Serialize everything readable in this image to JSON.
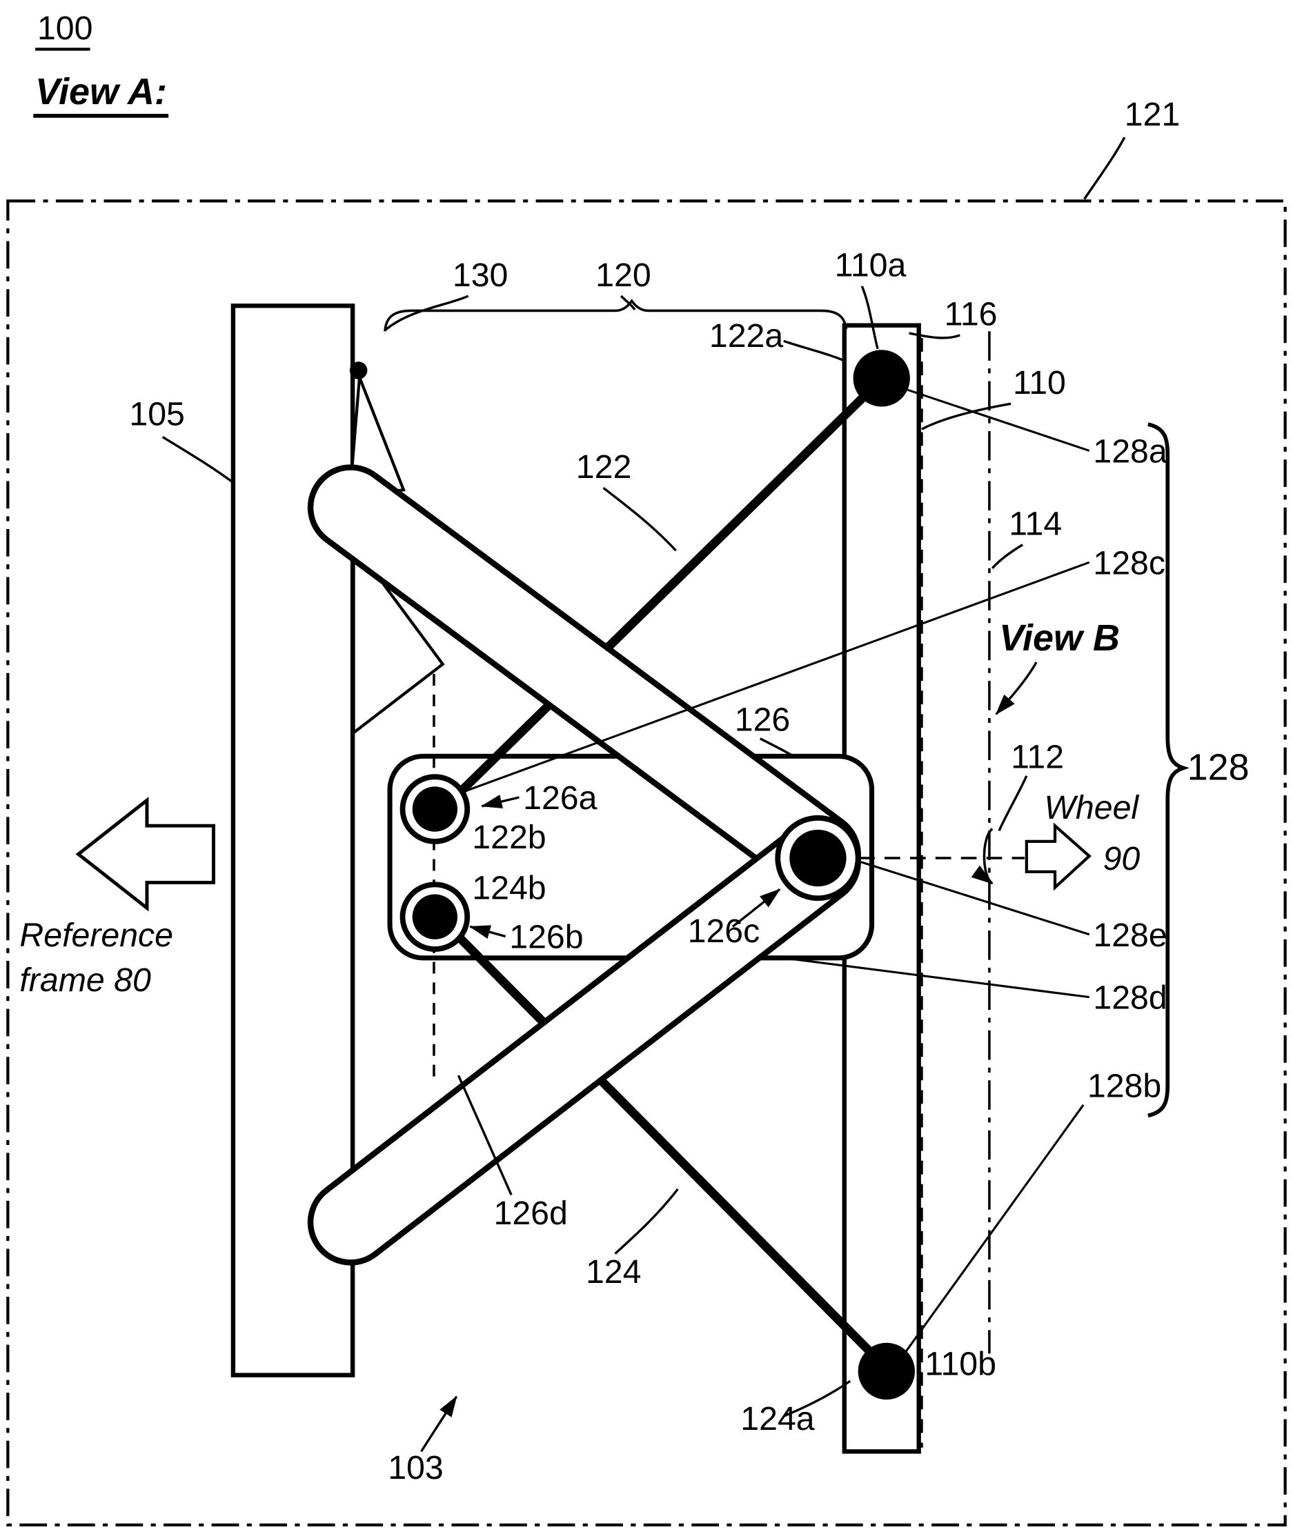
{
  "diagram": {
    "figure_ref": "100",
    "view_label": "View A:",
    "colors": {
      "ink": "#000000",
      "paper": "#ffffff"
    },
    "labels": {
      "n121": "121",
      "n130": "130",
      "n120": "120",
      "n110a": "110a",
      "n122a": "122a",
      "n116": "116",
      "n110": "110",
      "n105": "105",
      "n122": "122",
      "n128a": "128a",
      "n114": "114",
      "n128c": "128c",
      "view_b": "View B",
      "n126": "126",
      "n112": "112",
      "n128": "128",
      "wheel": "Wheel",
      "n90": "90",
      "n126a": "126a",
      "n122b": "122b",
      "n124b": "124b",
      "n126b": "126b",
      "n126c": "126c",
      "n128e": "128e",
      "ref_frame_line1": "Reference",
      "ref_frame_line2": "frame 80",
      "n128d": "128d",
      "n128b": "128b",
      "n126d": "126d",
      "n124": "124",
      "n110b": "110b",
      "n124a": "124a",
      "n103": "103"
    }
  }
}
